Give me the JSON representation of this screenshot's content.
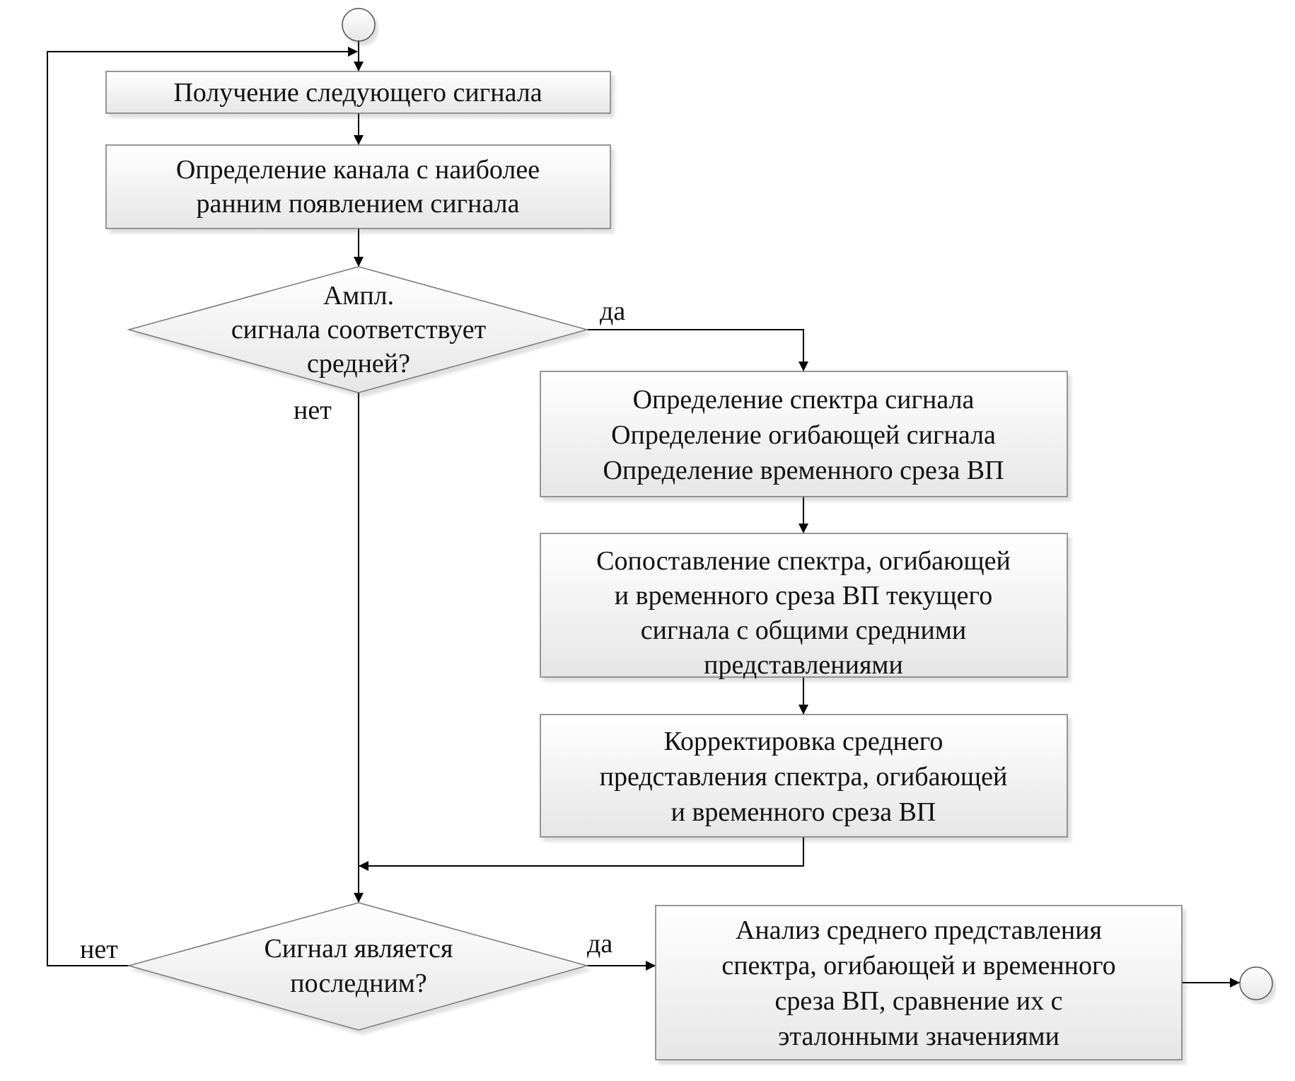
{
  "nodes": {
    "start": {
      "label": ""
    },
    "get_next": {
      "lines": [
        "Получение следующего сигнала"
      ]
    },
    "find_channel": {
      "lines": [
        "Определение канала с наиболее",
        "ранним появлением сигнала"
      ]
    },
    "amp_check": {
      "lines": [
        "Ампл.",
        "сигнала соответствует",
        "средней?"
      ]
    },
    "define": {
      "lines": [
        "Определение спектра сигнала",
        "Определение огибающей сигнала",
        "Определение временного среза ВП"
      ]
    },
    "compare": {
      "lines": [
        "Сопоставление спектра, огибающей",
        "и временного среза ВП текущего",
        "сигнала с общими средними",
        "представлениями"
      ]
    },
    "correct": {
      "lines": [
        "Корректировка среднего",
        "представления спектра, огибающей",
        "и временного среза ВП"
      ]
    },
    "last_check": {
      "lines": [
        "Сигнал является",
        "последним?"
      ]
    },
    "analyze": {
      "lines": [
        "Анализ среднего представления",
        "спектра, огибающей и временного",
        "среза ВП, сравнение их с",
        "эталонными значениями"
      ]
    },
    "end": {
      "label": ""
    }
  },
  "edge_labels": {
    "amp_yes": "да",
    "amp_no": "нет",
    "last_yes": "да",
    "last_no": "нет"
  }
}
